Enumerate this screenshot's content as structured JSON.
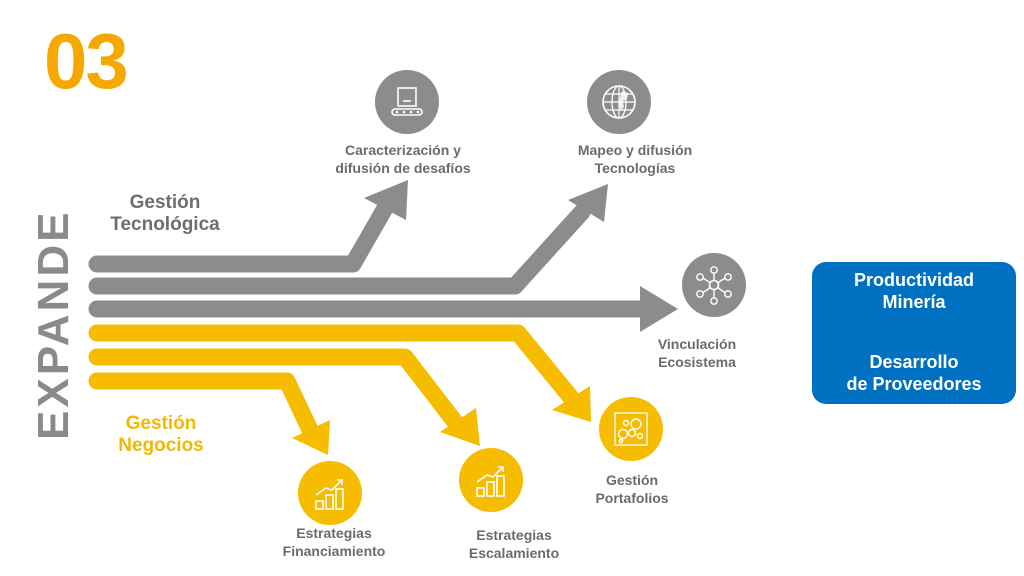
{
  "slide": {
    "number": "03",
    "side_title": "EXPANDE",
    "group_tecnologica": [
      "Gestión",
      "Tecnológica"
    ],
    "group_negocios": [
      "Gestión",
      "Negocios"
    ]
  },
  "nodes": {
    "caracterizacion": [
      "Caracterización y",
      "difusión de desafíos"
    ],
    "mapeo": [
      "Mapeo y difusión",
      "Tecnologías"
    ],
    "vinculacion": [
      "Vinculación",
      "Ecosistema"
    ],
    "portafolios": [
      "Gestión",
      "Portafolios"
    ],
    "financiamiento": [
      "Estrategias",
      "Financiamiento"
    ],
    "escalamiento": [
      "Estrategias",
      "Escalamiento"
    ]
  },
  "outcome_box": {
    "productividad": [
      "Productividad",
      "Minería"
    ],
    "desarrollo": [
      "Desarrollo",
      "de Proveedores"
    ]
  },
  "icons": {
    "caracterizacion": "conveyor-box-icon",
    "mapeo": "globe-icon",
    "vinculacion": "network-icon",
    "portafolios": "portfolio-bubbles-icon",
    "financiamiento": "growth-chart-icon",
    "escalamiento": "growth-chart-icon"
  },
  "colors": {
    "accent_orange": "#f5a800",
    "gray": "#8c8c8c",
    "yellow": "#f5bc00",
    "blue": "#0070c0"
  }
}
